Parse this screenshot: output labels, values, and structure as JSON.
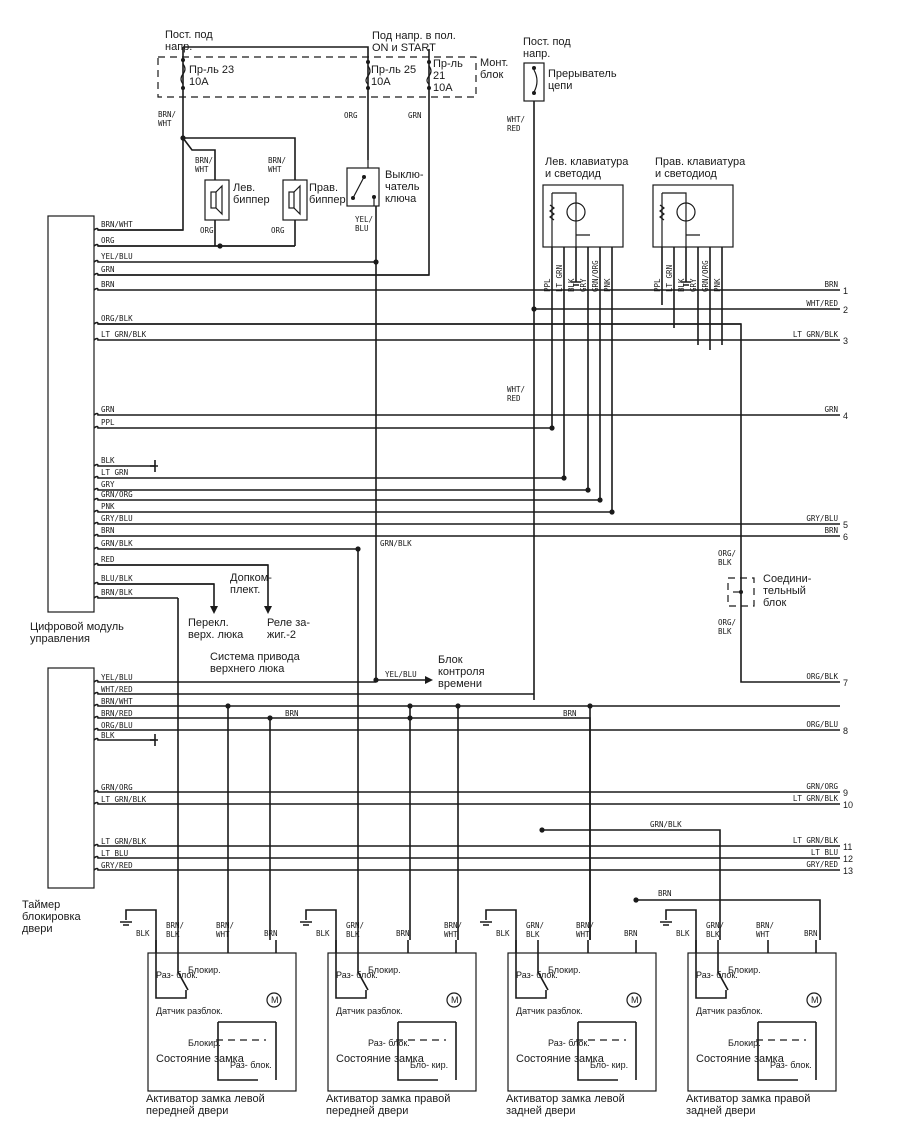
{
  "power": {
    "const_power": [
      "Пост. под",
      "напр."
    ],
    "on_start": [
      "Под напр. в пол.",
      "ON и START"
    ],
    "fuse_box": [
      "Монт.",
      "блок"
    ],
    "fuse23": [
      "Пр-ль 23",
      "10A"
    ],
    "fuse25": [
      "Пр-ль 25",
      "10A"
    ],
    "fuse21": [
      "Пр-ль",
      "21",
      "10A"
    ],
    "breaker_power": [
      "Пост. под",
      "напр."
    ],
    "breaker": [
      "Прерыватель",
      "цепи"
    ]
  },
  "components": {
    "left_beeper": [
      "Лев.",
      "биппер"
    ],
    "right_beeper": [
      "Прав.",
      "биппер"
    ],
    "key_switch": [
      "Выклю-",
      "чатель",
      "ключа"
    ],
    "left_keypad": [
      "Лев. клавиатура",
      "и светодид"
    ],
    "right_keypad": [
      "Прав. клавиатура",
      "и светодиод"
    ],
    "control_module": [
      "Цифровой модуль",
      "управления"
    ],
    "option_kit": [
      "Допком-",
      "плект."
    ],
    "sunroof_switch": [
      "Перекл.",
      "верх. люка"
    ],
    "ignition_relay": [
      "Реле за-",
      "жиг.-2"
    ],
    "sunroof_system": [
      "Система привода",
      "верхнего люка"
    ],
    "time_control": [
      "Блок",
      "контроля",
      "времени"
    ],
    "junction_block": [
      "Соедини-",
      "тельный",
      "блок"
    ],
    "door_lock_timer": [
      "Таймер",
      "блокировка",
      "двери"
    ]
  },
  "wires": {
    "top": {
      "brn_wht": [
        "BRN/",
        "WHT"
      ],
      "org": "ORG",
      "grn": "GRN",
      "wht_red": [
        "WHT/",
        "RED"
      ],
      "yel_blu": [
        "YEL/",
        "BLU"
      ],
      "org_blk": [
        "ORG/",
        "BLK"
      ]
    },
    "module_upper": [
      "BRN/WHT",
      "ORG",
      "YEL/BLU",
      "GRN",
      "BRN",
      "ORG/BLK",
      "LT GRN/BLK",
      "GRN",
      "PPL",
      "BLK",
      "LT GRN",
      "GRY",
      "GRN/ORG",
      "PNK",
      "GRY/BLU",
      "BRN",
      "GRN/BLK",
      "RED",
      "BLU/BLK",
      "BRN/BLK"
    ],
    "timer": [
      "YEL/BLU",
      "WHT/RED",
      "BRN/WHT",
      "BRN/RED",
      "ORG/BLU",
      "BLK",
      "GRN/ORG",
      "LT GRN/BLK",
      "LT GRN/BLK",
      "LT BLU",
      "GRY/RED"
    ],
    "keypad_pins": [
      "PPL",
      "LT GRN",
      "BLK",
      "GRY",
      "GRN/ORG",
      "PNK"
    ],
    "mid": {
      "grn_blk": "GRN/BLK",
      "yel_blu": "YEL/BLU",
      "brn": "BRN"
    }
  },
  "connectors": [
    {
      "n": "1",
      "label": "BRN"
    },
    {
      "n": "2",
      "label": "WHT/RED"
    },
    {
      "n": "3",
      "label": "LT GRN/BLK"
    },
    {
      "n": "4",
      "label": "GRN"
    },
    {
      "n": "5",
      "label": "GRY/BLU"
    },
    {
      "n": "6",
      "label": "BRN"
    },
    {
      "n": "7",
      "label": "ORG/BLK"
    },
    {
      "n": "8",
      "label": "ORG/BLU"
    },
    {
      "n": "9",
      "label": "GRN/ORG"
    },
    {
      "n": "10",
      "label": "LT GRN/BLK"
    },
    {
      "n": "11",
      "label": "LT GRN/BLK"
    },
    {
      "n": "12",
      "label": "LT BLU"
    },
    {
      "n": "13",
      "label": "GRY/RED"
    }
  ],
  "actuators": [
    {
      "title": [
        "Активатор замка левой",
        "передней двери"
      ],
      "pins": [
        "BLK",
        "BRN/ BLK",
        "BRN/ WHT",
        "BRN"
      ],
      "sensor": "Датчик разблок.",
      "unlock": "Раз- блок.",
      "lock": "Блокир.",
      "state": "Состояние замка",
      "sw_a": "Блокир.",
      "sw_b": "Раз- блок."
    },
    {
      "title": [
        "Активатор замка правой",
        "передней двери"
      ],
      "pins": [
        "BLK",
        "GRN/ BLK",
        "BRN",
        "BRN/ WHT"
      ],
      "sensor": "Датчик разблок.",
      "unlock": "Раз- блок.",
      "lock": "Блокир.",
      "state": "Состояние замка",
      "sw_a": "Раз- блок.",
      "sw_b": "Бло- кир."
    },
    {
      "title": [
        "Активатор замка левой",
        "задней двери"
      ],
      "pins": [
        "BLK",
        "GRN/ BLK",
        "BRN/ WHT",
        "BRN"
      ],
      "sensor": "Датчик разблок.",
      "unlock": "Раз- блок.",
      "lock": "Блокир.",
      "state": "Состояние замка",
      "sw_a": "Раз- блок.",
      "sw_b": "Бло- кир."
    },
    {
      "title": [
        "Активатор замка правой",
        "задней двери"
      ],
      "pins": [
        "BLK",
        "GRN/ BLK",
        "BRN/ WHT",
        "BRN"
      ],
      "sensor": "Датчик разблок.",
      "unlock": "Раз- блок.",
      "lock": "Блокир.",
      "state": "Состояние замка",
      "sw_a": "Блокир.",
      "sw_b": "Раз- блок."
    }
  ],
  "motor_symbol": "M"
}
